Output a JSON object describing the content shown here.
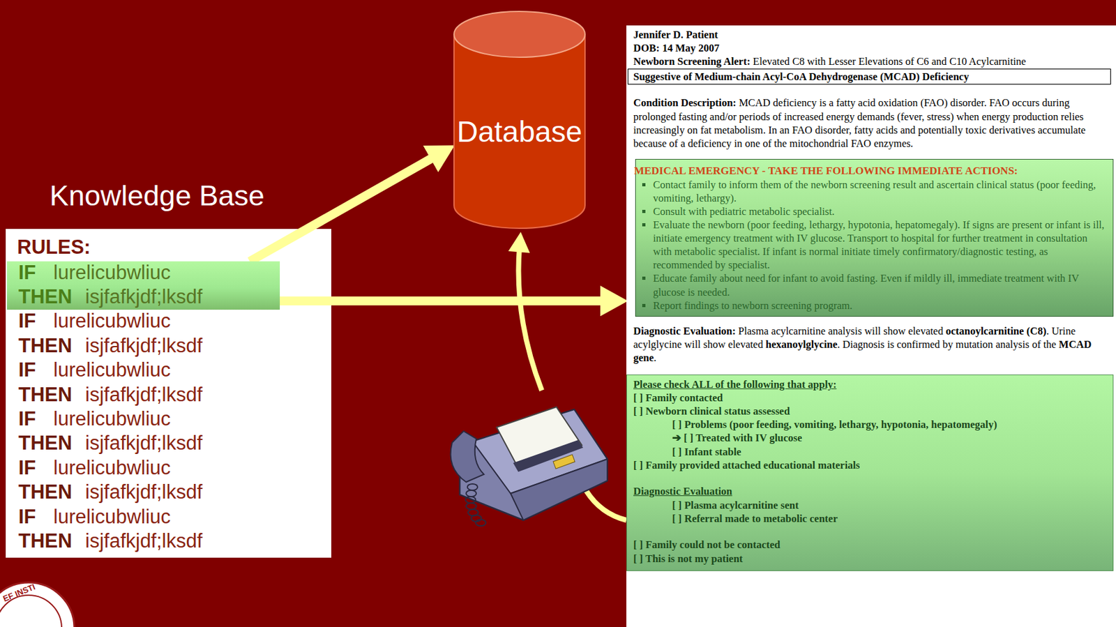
{
  "diagram": {
    "nodes": [
      {
        "text": [
          "Knowledge Base",
          "RULES:",
          "IF",
          "lurelicubwliuc",
          "THEN",
          "isjfafkjdf;lksdf",
          "IF",
          "lurelicubwliuc",
          "THEN",
          "isjfafkjdf;lksdf",
          "IF",
          "lurelicubwliuc",
          "THEN",
          "isjfafkjdf;lksdf",
          "IF",
          "lurelicubwliuc",
          "THEN",
          "isjfafkjdf;lksdf",
          "IF",
          "lurelicubwliuc",
          "THEN",
          "isjfafkjdf;lksdf"
        ]
      },
      {
        "text": [
          "IF",
          "lurelicubwliuc",
          "THEN",
          "isjfafkjdf;lksdf"
        ],
        "in": 0
      },
      {
        "text": [
          "Database"
        ]
      },
      {
        "text": [
          "Jennifer D. Patient",
          "DOB: 14 May 2007",
          "Newborn Screening Alert:",
          "Elevated C8 with Lesser Elevations of C6 and C10 Acylcarnitine",
          "Condition Description:",
          "MCAD deficiency is a fatty acid oxidation (FAO) disorder. FAO occurs during prolonged fasting and/or periods of increased energy demands (fever, stress) when energy production relies increasingly on fat metabolism. In an FAO disorder, fatty acids and potentially toxic derivatives accumulate because of a deficiency in one of the mitochondrial FAO enzymes.",
          "Diagnostic Evaluation:",
          "Plasma acylcarnitine analysis will show elevated",
          "octanoylcarnitine (C8)",
          ". Urine acylglycine will show elevated",
          "hexanoylglycine",
          ". Diagnosis is confirmed by mutation analysis of the",
          "MCAD gene",
          "."
        ]
      },
      {
        "text": [
          "Suggestive of Medium-chain Acyl-CoA Dehydrogenase (MCAD) Deficiency"
        ],
        "in": 3
      },
      {
        "text": [
          "MEDICAL EMERGENCY - TAKE THE FOLLOWING IMMEDIATE ACTIONS:",
          "Contact family to inform them of the newborn screening result and ascertain clinical status (poor feeding, vomiting, lethargy).",
          "Consult with pediatric metabolic specialist.",
          "Evaluate the newborn (poor feeding, lethargy, hypotonia, hepatomegaly). If signs are present or infant is ill, initiate emergency treatment with IV glucose. Transport to hospital for further treatment in consultation with metabolic specialist. If infant is normal initiate timely confirmatory/diagnostic testing, as recommended by specialist.",
          "Educate family about need for infant to avoid fasting. Even if mildly ill, immediate treatment with IV glucose is needed.",
          "Report findings to newborn screening program."
        ],
        "in": 3
      },
      {
        "text": [
          "Please check ALL of the following that apply:",
          "[ ] Family contacted",
          "[ ] Newborn clinical status assessed",
          "[ ] Problems (poor feeding, vomiting, lethargy, hypotonia, hepatomegaly)",
          "➔ [ ] Treated with IV glucose",
          "[ ] Infant stable",
          "[ ] Family provided attached educational materials",
          "Diagnostic Evaluation",
          "[ ] Plasma acylcarnitine sent",
          "[ ] Referral made to metabolic center",
          "[ ] Family could not be contacted",
          "[ ] This is not my patient"
        ],
        "in": 3
      }
    ],
    "edges": [
      {
        "from": 1,
        "to": 2,
        "arrow": "to"
      },
      {
        "from": 1,
        "to": 3,
        "arrow": "to"
      }
    ],
    "labels": [
      "EF INSTI"
    ]
  }
}
